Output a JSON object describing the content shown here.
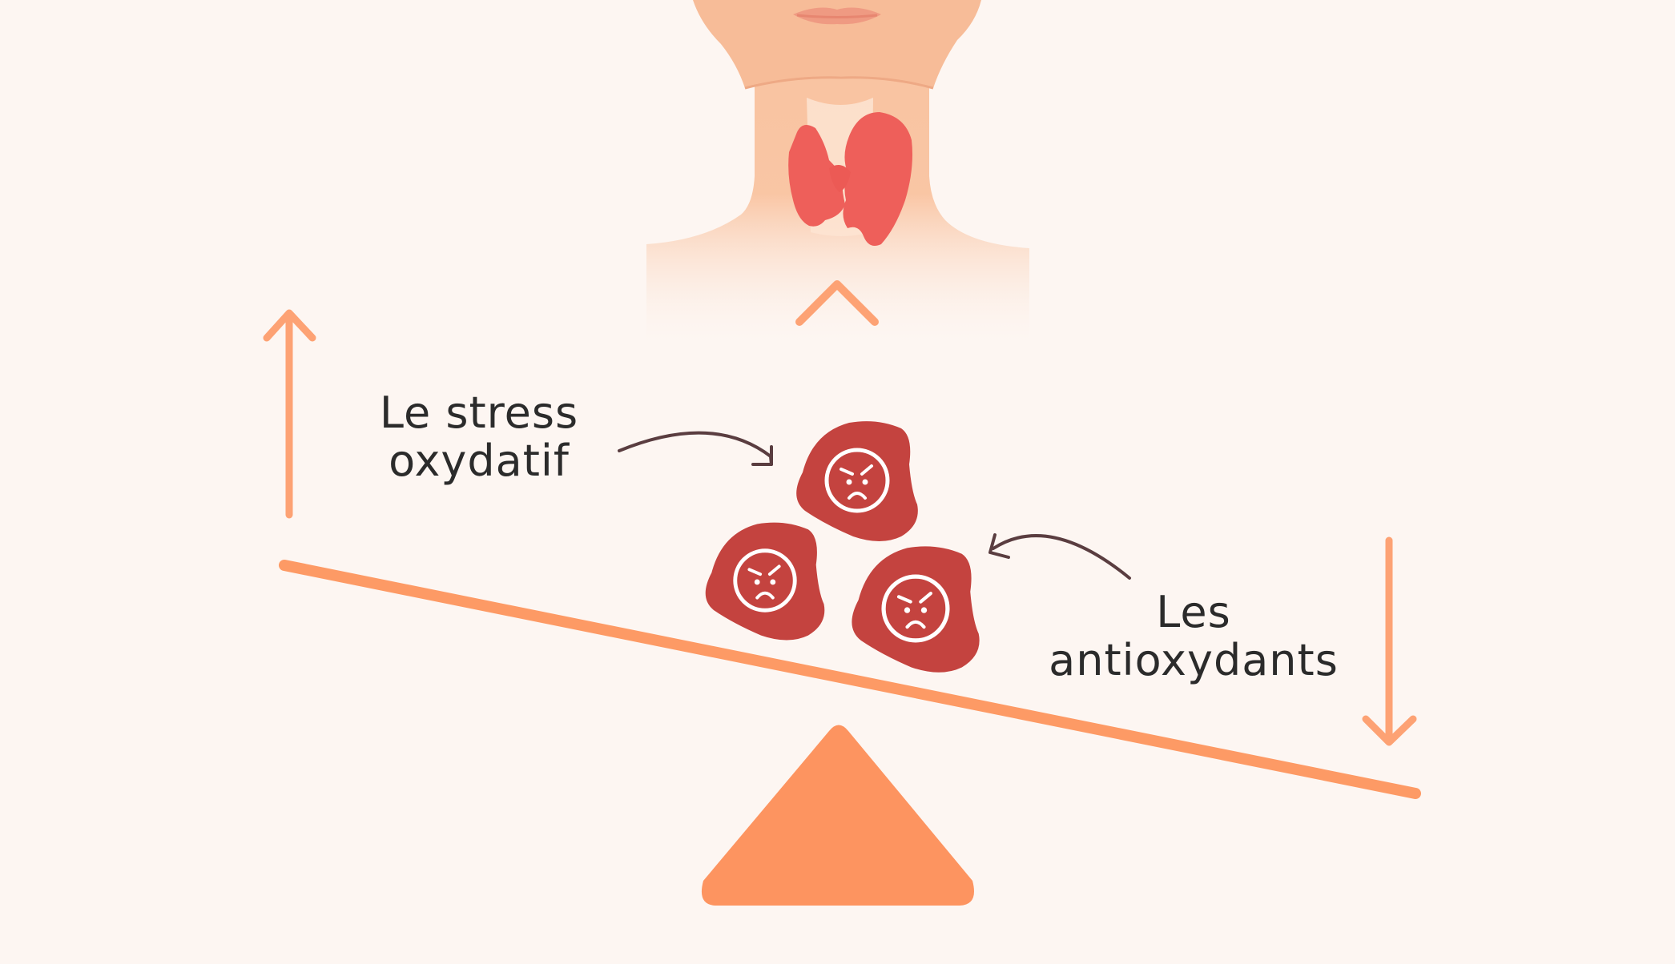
{
  "labels": {
    "stress": {
      "line1": "Le stress",
      "line2": "oxydatif"
    },
    "antioxidants": {
      "line1": "Les",
      "line2": "antioxydants"
    }
  },
  "colors": {
    "background": "#fdf6f2",
    "skin": "#f9c3a0",
    "skin_dark": "#f2ad86",
    "lips": "#ef9a82",
    "thyroid": "#ee5f5a",
    "arrow": "#fda274",
    "beam": "#fd9a65",
    "fulcrum": "#fd9460",
    "cell": "#c4433f",
    "cell_face": "#ffffff",
    "pointer": "#5a3d40"
  },
  "icons": {
    "thyroid": "thyroid-gland-icon",
    "cell": "angry-free-radical-cell-icon",
    "arrow_up": "arrow-up-icon",
    "arrow_down": "arrow-down-icon"
  }
}
